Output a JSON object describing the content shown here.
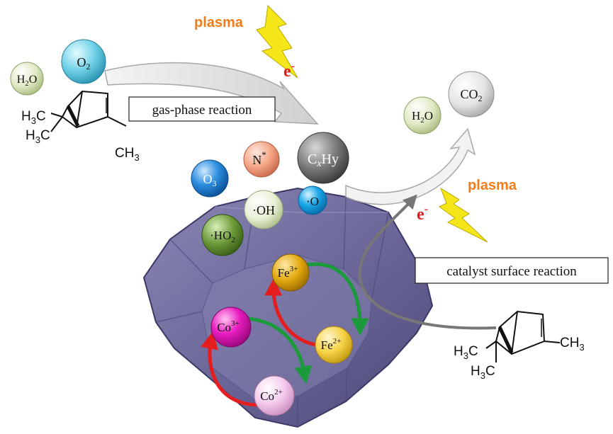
{
  "labels": {
    "plasma_top": "plasma",
    "plasma_right": "plasma",
    "electron_top": "e",
    "electron_right": "e",
    "electron_sup": "-",
    "gas_phase_box": "gas-phase reaction",
    "catalyst_box": "catalyst surface reaction"
  },
  "species": {
    "h2o_in": {
      "main": "H",
      "sub": "2",
      "tail": "O"
    },
    "o2_in": {
      "main": "O",
      "sub": "2",
      "tail": ""
    },
    "h2o_out": {
      "main": "H",
      "sub": "2",
      "tail": "O"
    },
    "co2_out": {
      "main": "CO",
      "sub": "2",
      "tail": ""
    },
    "o3": {
      "main": "O",
      "sub": "3",
      "tail": ""
    },
    "n_star": {
      "main": "N",
      "sup": "*"
    },
    "cxhy": {
      "a": "C",
      "b": "x",
      "c": "Hy"
    },
    "oh_radical": {
      "text": "·OH"
    },
    "o_radical": {
      "text": "·O"
    },
    "ho2_radical": {
      "main": "·HO",
      "sub": "2",
      "tail": ""
    },
    "fe3": {
      "main": "Fe",
      "sup": "3+"
    },
    "fe2": {
      "main": "Fe",
      "sup": "2+"
    },
    "co3": {
      "main": "Co",
      "sup": "3+"
    },
    "co2_ion": {
      "main": "Co",
      "sup": "2+"
    }
  },
  "molecule_labels": {
    "h3c_a": {
      "main": "H",
      "sub": "3",
      "tail": "C"
    },
    "ch3_a": {
      "main": "CH",
      "sub": "3",
      "tail": ""
    },
    "h3c_b": {
      "main": "H",
      "sub": "3",
      "tail": "C"
    },
    "h3c_c": {
      "main": "H",
      "sub": "3",
      "tail": "C"
    },
    "ch3_b": {
      "main": "CH",
      "sub": "3",
      "tail": ""
    },
    "h3c_d": {
      "main": "H",
      "sub": "3",
      "tail": "C"
    }
  },
  "colors": {
    "plasma_text": "#f07d1a",
    "electron_text": "#e31b1b",
    "lightning": "#f5e61a",
    "catalyst": "#6e6a9a",
    "cycle_red": "#e41e1e",
    "cycle_green": "#1a9a3a"
  }
}
